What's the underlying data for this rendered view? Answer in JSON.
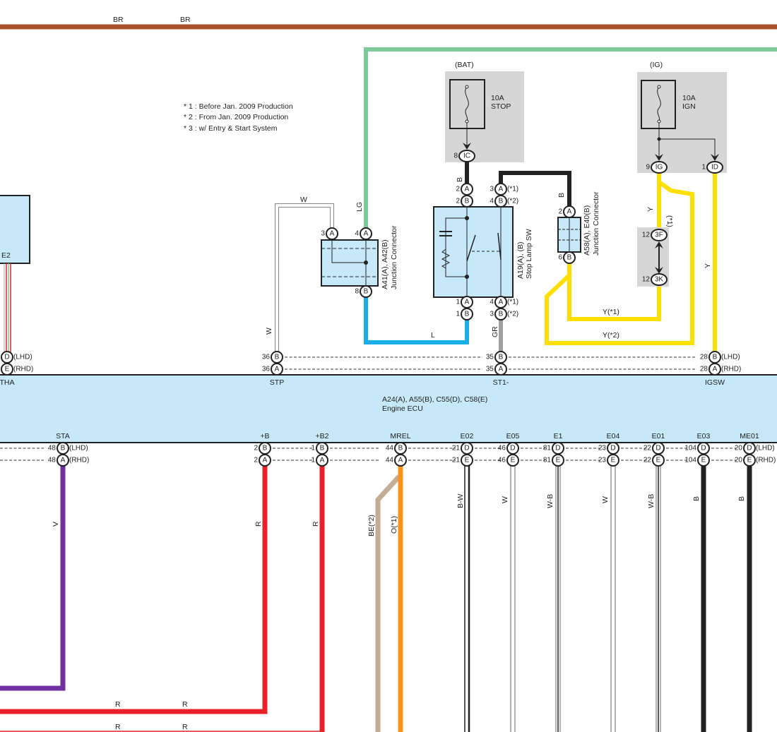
{
  "top_wire": {
    "label_1": "BR",
    "label_2": "BR",
    "color": "#a9532c"
  },
  "notes": [
    "* 1 : Before Jan.  2009 Production",
    "* 2 : From Jan.  2009 Production",
    "* 3 : w/ Entry & Start System"
  ],
  "left_component": {
    "label": "E2"
  },
  "fuse_stop": {
    "source": "(BAT)",
    "rating": "10A",
    "name": "STOP",
    "pin_num": "8",
    "pin": "IC"
  },
  "fuse_ign": {
    "source": "(IG)",
    "rating": "10A",
    "name": "IGN",
    "pins": [
      {
        "num": "9",
        "letter": "IG"
      },
      {
        "num": "1",
        "letter": "ID"
      }
    ]
  },
  "junction_a41": {
    "title": "A41(A), A42(B)",
    "subtitle": "Junction Connector",
    "pins": [
      {
        "num": "3",
        "letter": "A"
      },
      {
        "num": "4",
        "letter": "A"
      },
      {
        "num": "8",
        "letter": "B"
      }
    ]
  },
  "stop_lamp_sw": {
    "title": "A19(A), (B)",
    "subtitle": "Stop Lamp SW",
    "pins": [
      {
        "num": "2",
        "letter": "A"
      },
      {
        "num": "2",
        "letter": "B"
      },
      {
        "num": "3",
        "letter": "A",
        "note": "(*1)"
      },
      {
        "num": "4",
        "letter": "B",
        "note": "(*2)"
      },
      {
        "num": "1",
        "letter": "A"
      },
      {
        "num": "1",
        "letter": "B"
      },
      {
        "num": "4",
        "letter": "A",
        "note": "(*1)"
      },
      {
        "num": "3",
        "letter": "B",
        "note": "(*2)"
      }
    ]
  },
  "junction_a58": {
    "title": "A58(A), E40(B)",
    "subtitle": "Junction Connector",
    "pins": [
      {
        "num": "2",
        "letter": "A"
      },
      {
        "num": "6",
        "letter": "B"
      }
    ]
  },
  "connector_3f3k": {
    "pins": [
      {
        "num": "12",
        "letter": "3F"
      },
      {
        "num": "12",
        "letter": "3K"
      }
    ]
  },
  "variants": {
    "lhd": "(LHD)",
    "rhd": "(RHD)"
  },
  "ecu": {
    "title": "A24(A), A55(B), C55(D), C58(E)",
    "name": "Engine ECU",
    "top_terminals": [
      {
        "name": "THA",
        "num": "",
        "pins": [
          "D",
          "E"
        ]
      },
      {
        "name": "STP",
        "num": "36",
        "pins": [
          "B",
          "A"
        ]
      },
      {
        "name": "ST1-",
        "num": "35",
        "pins": [
          "B",
          "A"
        ]
      },
      {
        "name": "IGSW",
        "num": "28",
        "pins": [
          "B",
          "A"
        ]
      }
    ],
    "bottom_terminals": [
      {
        "name": "STA",
        "num": "48",
        "pins": [
          "B",
          "A"
        ]
      },
      {
        "name": "+B",
        "num": "2",
        "pins": [
          "B",
          "A"
        ]
      },
      {
        "name": "+B2",
        "num": "1",
        "pins": [
          "B",
          "A"
        ]
      },
      {
        "name": "MREL",
        "num": "44",
        "pins": [
          "B",
          "A"
        ]
      },
      {
        "name": "E02",
        "num": "21",
        "pins": [
          "D",
          "E"
        ]
      },
      {
        "name": "E05",
        "num": "46",
        "pins": [
          "D",
          "E"
        ]
      },
      {
        "name": "E1",
        "num": "81",
        "pins": [
          "D",
          "E"
        ]
      },
      {
        "name": "E04",
        "num": "23",
        "pins": [
          "D",
          "E"
        ]
      },
      {
        "name": "E01",
        "num": "22",
        "pins": [
          "D",
          "E"
        ]
      },
      {
        "name": "E03",
        "num": "104",
        "pins": [
          "D",
          "E"
        ]
      },
      {
        "name": "ME01",
        "num": "20",
        "pins": [
          "D",
          "E"
        ]
      }
    ]
  },
  "wire_labels": {
    "w_top": "W",
    "w_side": "W",
    "lg": "LG",
    "l": "L",
    "b_ic": "B",
    "b_a58": "B",
    "gr": "GR",
    "y1": "Y(*1)",
    "y2": "Y(*2)",
    "y_3f": "Y",
    "y_3f_note": "(*1)",
    "y_igsw": "Y",
    "v": "V",
    "r_b": "R",
    "r_b2": "R",
    "r_h1": "R",
    "r_h2": "R",
    "r_h3": "R",
    "r_h4": "R",
    "be": "BE(*2)",
    "o": "O(*1)",
    "e02": "B-W",
    "e05": "W",
    "e1": "W-B",
    "e04": "W",
    "e01": "W-B",
    "e03": "B",
    "me01": "B"
  },
  "colors": {
    "ecu_fill": "#c6e8f8",
    "lg": "#7cc99a",
    "l": "#19aee8",
    "y": "#ffdf00",
    "v": "#7030a0",
    "r": "#e8202a",
    "o": "#f7941d",
    "be": "#c4ad94",
    "gr": "#a0a0a0",
    "b": "#222222",
    "fuse_bg": "#d6d6d6"
  }
}
